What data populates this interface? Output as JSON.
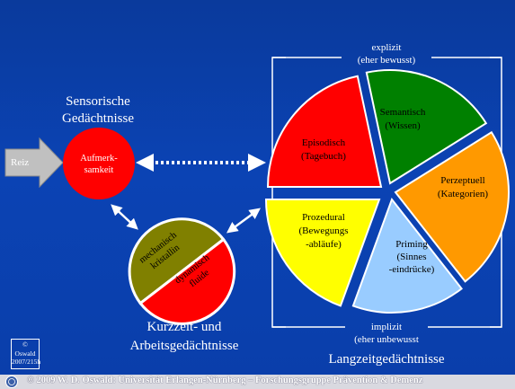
{
  "sensory": {
    "title_line1": "Sensorische",
    "title_line2": "Gedächtnisse"
  },
  "stimulus": {
    "label": "Reiz"
  },
  "attention": {
    "label_line1": "Aufmerk-",
    "label_line2": "samkeit"
  },
  "working_memory": {
    "top_line1": "mechanisch",
    "top_line2": "kristallin",
    "bottom_line1": "dynamisch",
    "bottom_line2": "fluide",
    "caption_line1": "Kurzzeit- und",
    "caption_line2": "Arbeitsgedächtnisse"
  },
  "explicit": {
    "line1": "explizit",
    "line2": "(eher bewusst)"
  },
  "implicit": {
    "line1": "implizit",
    "line2": "(eher unbewusst"
  },
  "long_term": {
    "caption": "Langzeitgedächtnisse",
    "segments": [
      {
        "key": "episodisch",
        "line1": "Episodisch",
        "line2": "(Tagebuch)",
        "color": "#ff0000"
      },
      {
        "key": "semantisch",
        "line1": "Semantisch",
        "line2": "(Wissen)",
        "color": "#008000"
      },
      {
        "key": "perzeptuell",
        "line1": "Perzeptuell",
        "line2": "(Kategorien)",
        "color": "#ff9900"
      },
      {
        "key": "priming",
        "line1": "Priming",
        "line2": "(Sinnes",
        "line3": "-eindrücke)",
        "color": "#99ccff"
      },
      {
        "key": "prozedural",
        "line1": "Prozedural",
        "line2": "(Bewegungs",
        "line3": "-abläufe)",
        "color": "#ffff00"
      }
    ]
  },
  "copyright_box": {
    "line1": "© Oswald",
    "line2": "2007/215h"
  },
  "footer": {
    "text": "© 2009   W. D. Oswald: Universität Erlangen-Nürnberg – Forschungsgruppe Prävention & Demenz"
  },
  "colors": {
    "background": "#0b43b4",
    "attention": "#ff0000",
    "working_top": "#808000",
    "working_bottom": "#ff0000"
  }
}
